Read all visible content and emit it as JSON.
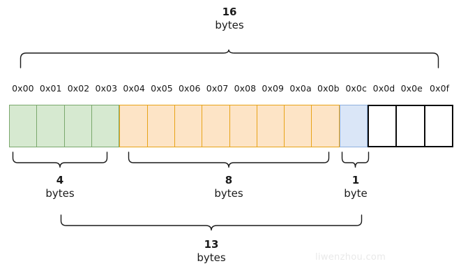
{
  "diagram": {
    "title_top": {
      "number": "16",
      "unit": "bytes"
    },
    "watermark": "liwenzhou.com",
    "addresses": [
      "0x00",
      "0x01",
      "0x02",
      "0x03",
      "0x04",
      "0x05",
      "0x06",
      "0x07",
      "0x08",
      "0x09",
      "0x0a",
      "0x0b",
      "0x0c",
      "0x0d",
      "0x0e",
      "0x0f"
    ],
    "cells": [
      {
        "addr": "0x00",
        "group": "green"
      },
      {
        "addr": "0x01",
        "group": "green"
      },
      {
        "addr": "0x02",
        "group": "green"
      },
      {
        "addr": "0x03",
        "group": "green"
      },
      {
        "addr": "0x04",
        "group": "orange"
      },
      {
        "addr": "0x05",
        "group": "orange"
      },
      {
        "addr": "0x06",
        "group": "orange"
      },
      {
        "addr": "0x07",
        "group": "orange"
      },
      {
        "addr": "0x08",
        "group": "orange"
      },
      {
        "addr": "0x09",
        "group": "orange"
      },
      {
        "addr": "0x0a",
        "group": "orange"
      },
      {
        "addr": "0x0b",
        "group": "orange"
      },
      {
        "addr": "0x0c",
        "group": "blue"
      },
      {
        "addr": "0x0d",
        "group": "white"
      },
      {
        "addr": "0x0e",
        "group": "white"
      },
      {
        "addr": "0x0f",
        "group": "white"
      }
    ],
    "braces": {
      "total": {
        "number": "16",
        "unit": "bytes",
        "span": "0x00-0x0f"
      },
      "field_a": {
        "number": "4",
        "unit": "bytes",
        "span": "0x00-0x03"
      },
      "field_b": {
        "number": "8",
        "unit": "bytes",
        "span": "0x04-0x0b"
      },
      "field_c": {
        "number": "1",
        "unit": "byte",
        "span": "0x0c"
      },
      "used": {
        "number": "13",
        "unit": "bytes",
        "span": "0x00-0x0c"
      }
    },
    "colors": {
      "green_fill": "#d6e9d0",
      "green_border": "#7aa86c",
      "orange_fill": "#fde4c6",
      "orange_border": "#e8a317",
      "blue_fill": "#dae6f7",
      "blue_border": "#8fb0dd",
      "white_fill": "#ffffff",
      "white_border": "#0a0a0a",
      "line": "#1a1a1a",
      "watermark": "#e9e9e9"
    }
  }
}
